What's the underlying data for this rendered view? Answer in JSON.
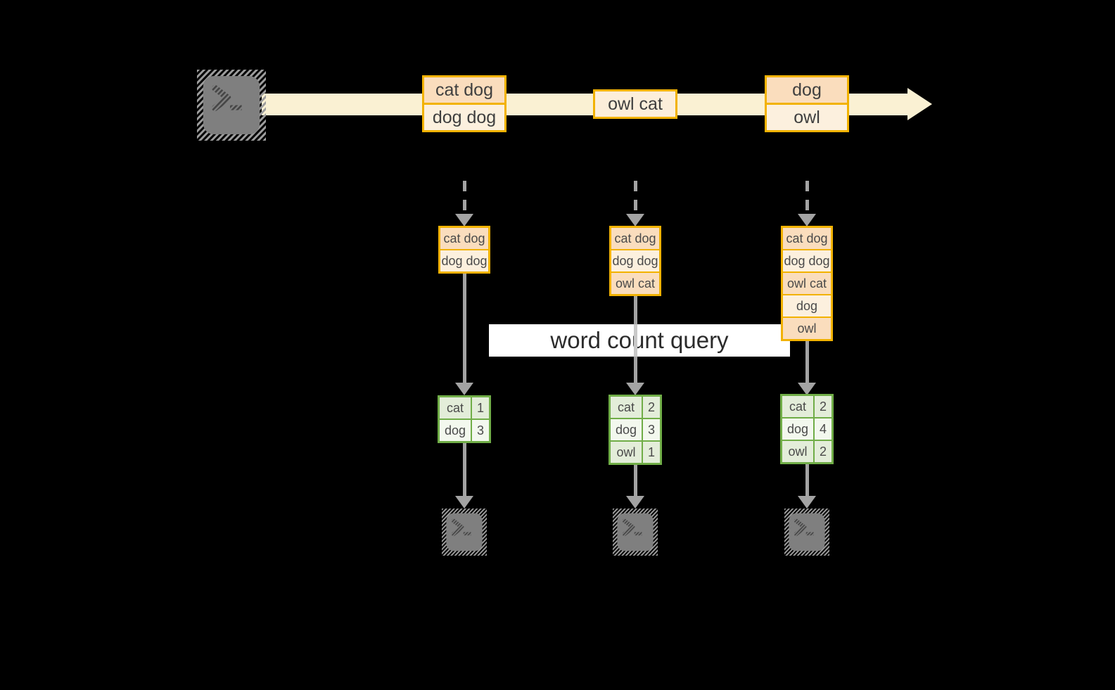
{
  "diagram": {
    "query_banner": "word count query",
    "source": {
      "icon": "terminal-icon",
      "prompt": ">_"
    },
    "stream_records": [
      {
        "cells": [
          "cat dog",
          "dog dog"
        ]
      },
      {
        "cells": [
          "owl cat"
        ]
      },
      {
        "cells": [
          "dog",
          "owl"
        ]
      }
    ],
    "partitions": [
      {
        "buffered_records": [
          "cat dog",
          "dog dog"
        ],
        "word_counts": [
          {
            "word": "cat",
            "count": 1
          },
          {
            "word": "dog",
            "count": 3
          }
        ],
        "sink": {
          "icon": "terminal-icon",
          "prompt": ">_"
        }
      },
      {
        "buffered_records": [
          "cat dog",
          "dog dog",
          "owl cat"
        ],
        "word_counts": [
          {
            "word": "cat",
            "count": 2
          },
          {
            "word": "dog",
            "count": 3
          },
          {
            "word": "owl",
            "count": 1
          }
        ],
        "sink": {
          "icon": "terminal-icon",
          "prompt": ">_"
        }
      },
      {
        "buffered_records": [
          "cat dog",
          "dog dog",
          "owl cat",
          "dog",
          "owl"
        ],
        "word_counts": [
          {
            "word": "cat",
            "count": 2
          },
          {
            "word": "dog",
            "count": 4
          },
          {
            "word": "owl",
            "count": 2
          }
        ],
        "sink": {
          "icon": "terminal-icon",
          "prompt": ">_"
        }
      }
    ],
    "colors": {
      "background": "#000000",
      "stream_band": "#FAF1D3",
      "record_border": "#F2B200",
      "record_fill_dark": "#FADDBD",
      "record_fill_light": "#FCF0DE",
      "table_border": "#70AD47",
      "table_fill_dark": "#E3EDD9",
      "table_fill_light": "#F3F8EE",
      "arrow_gray": "#A3A3A3",
      "terminal_gray": "#7F7F7F",
      "banner_bg": "#FFFFFF",
      "text": "#3F3F3F"
    }
  }
}
